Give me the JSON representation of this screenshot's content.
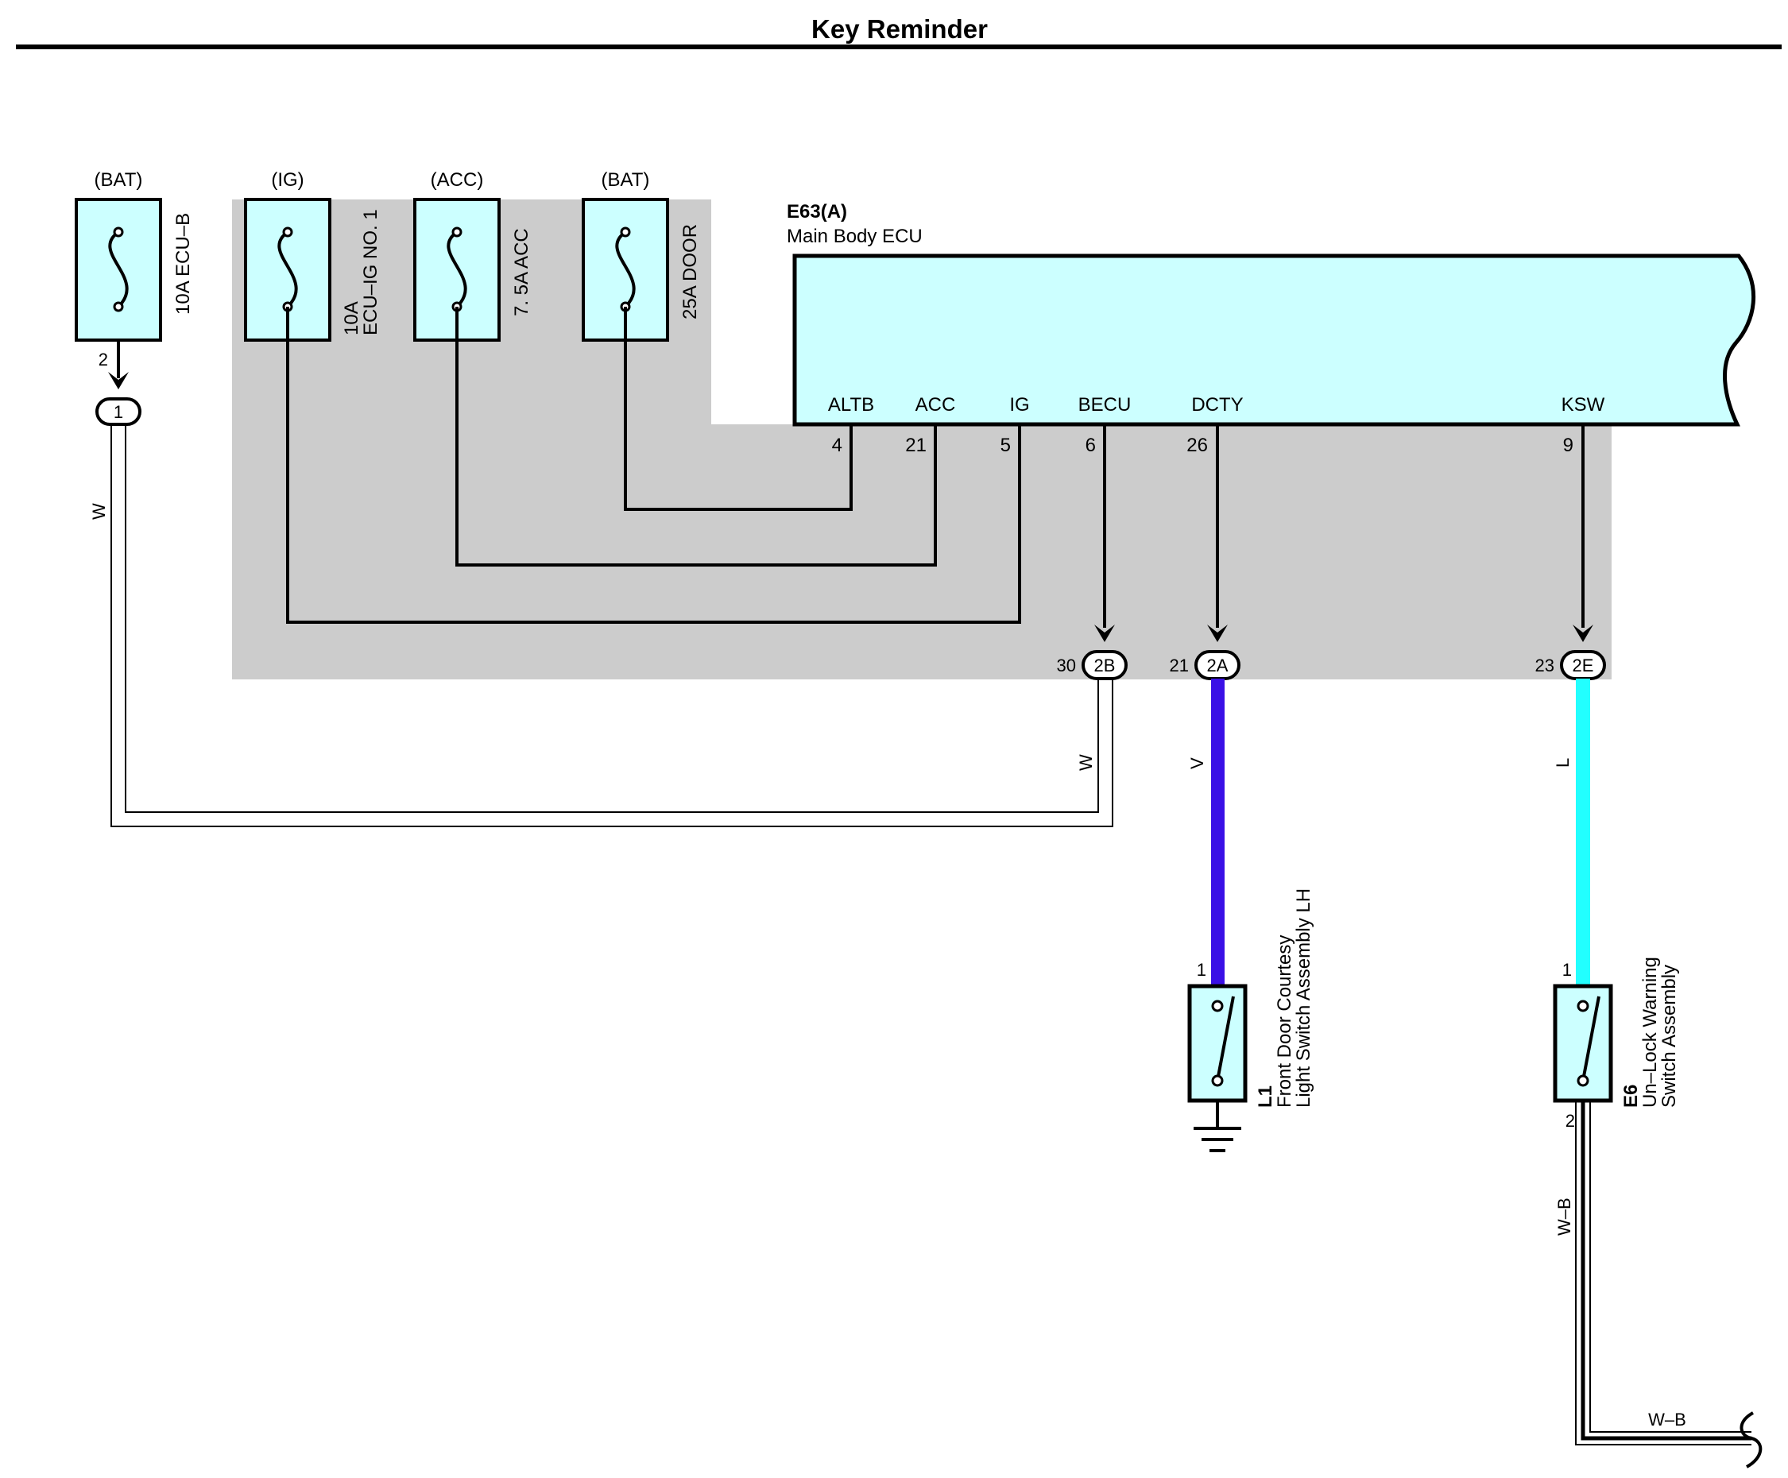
{
  "title": "Key Reminder",
  "colors": {
    "component_fill": "#ccffff",
    "shaded_area": "#cccccc",
    "wire_violet": "#3a10e6",
    "wire_light_blue": "#22ffff",
    "line": "#000000"
  },
  "fuses": [
    {
      "source": "(BAT)",
      "label_lines": [
        "10A ECU–B"
      ]
    },
    {
      "source": "(IG)",
      "label_lines": [
        "10A",
        "ECU–IG NO. 1"
      ]
    },
    {
      "source": "(ACC)",
      "label_lines": [
        "7. 5A ACC"
      ]
    },
    {
      "source": "(BAT)",
      "label_lines": [
        "25A DOOR"
      ]
    }
  ],
  "ecu": {
    "code": "E63(A)",
    "name": "Main Body ECU",
    "terminals": [
      {
        "name": "ALTB",
        "pin": "4"
      },
      {
        "name": "ACC",
        "pin": "21"
      },
      {
        "name": "IG",
        "pin": "5"
      },
      {
        "name": "BECU",
        "pin": "6"
      },
      {
        "name": "DCTY",
        "pin": "26"
      },
      {
        "name": "KSW",
        "pin": "9"
      }
    ]
  },
  "fuse1_pin": "2",
  "connectors": [
    {
      "id": "1",
      "pin": ""
    },
    {
      "id": "2B",
      "pin": "30"
    },
    {
      "id": "2A",
      "pin": "21"
    },
    {
      "id": "2E",
      "pin": "23"
    }
  ],
  "wire_colors": {
    "w_left": "W",
    "w_bottom": "W",
    "v": "V",
    "l": "L",
    "wb_vertical": "W–B",
    "wb_horizontal": "W–B"
  },
  "switches": [
    {
      "code": "L1",
      "name_lines": [
        "Front Door Courtesy",
        "Light Switch Assembly LH"
      ],
      "pin_top": "1",
      "pin_bottom": ""
    },
    {
      "code": "E6",
      "name_lines": [
        "Un–Lock Warning",
        "Switch Assembly"
      ],
      "pin_top": "1",
      "pin_bottom": "2"
    }
  ]
}
